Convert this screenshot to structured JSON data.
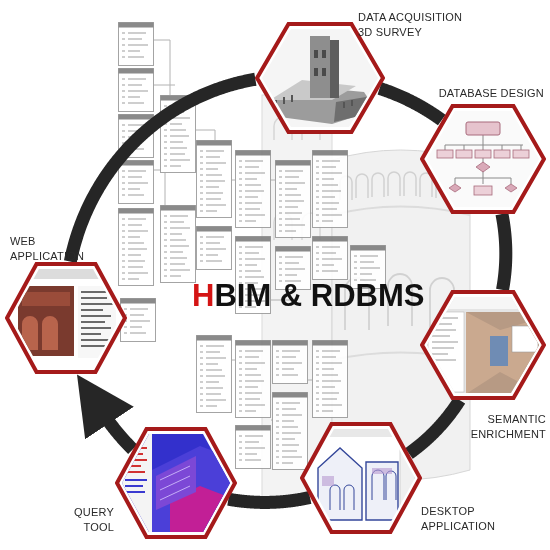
{
  "diagram": {
    "title": "HBIM & RDBMS",
    "nodes": [
      {
        "text": [
          "DATA ACQUISITION 3D SURVEY"
        ]
      },
      {
        "text": [
          "DATABASE DESIGN"
        ]
      },
      {
        "text": [
          "SEMANTIC ENRICHMENT"
        ]
      },
      {
        "text": [
          "DESKTOP APPLICATION"
        ]
      },
      {
        "text": [
          "QUERY TOOL"
        ]
      },
      {
        "text": [
          "WEB APPLICATION"
        ]
      }
    ],
    "edges": [
      {
        "from": 0,
        "to": 1,
        "arrow": "none"
      },
      {
        "from": 1,
        "to": 2,
        "arrow": "none"
      },
      {
        "from": 2,
        "to": 3,
        "arrow": "none"
      },
      {
        "from": 3,
        "to": 4,
        "arrow": "none"
      },
      {
        "from": 4,
        "to": 5,
        "arrow": "to"
      },
      {
        "from": 5,
        "to": 0,
        "arrow": "none"
      }
    ]
  }
}
